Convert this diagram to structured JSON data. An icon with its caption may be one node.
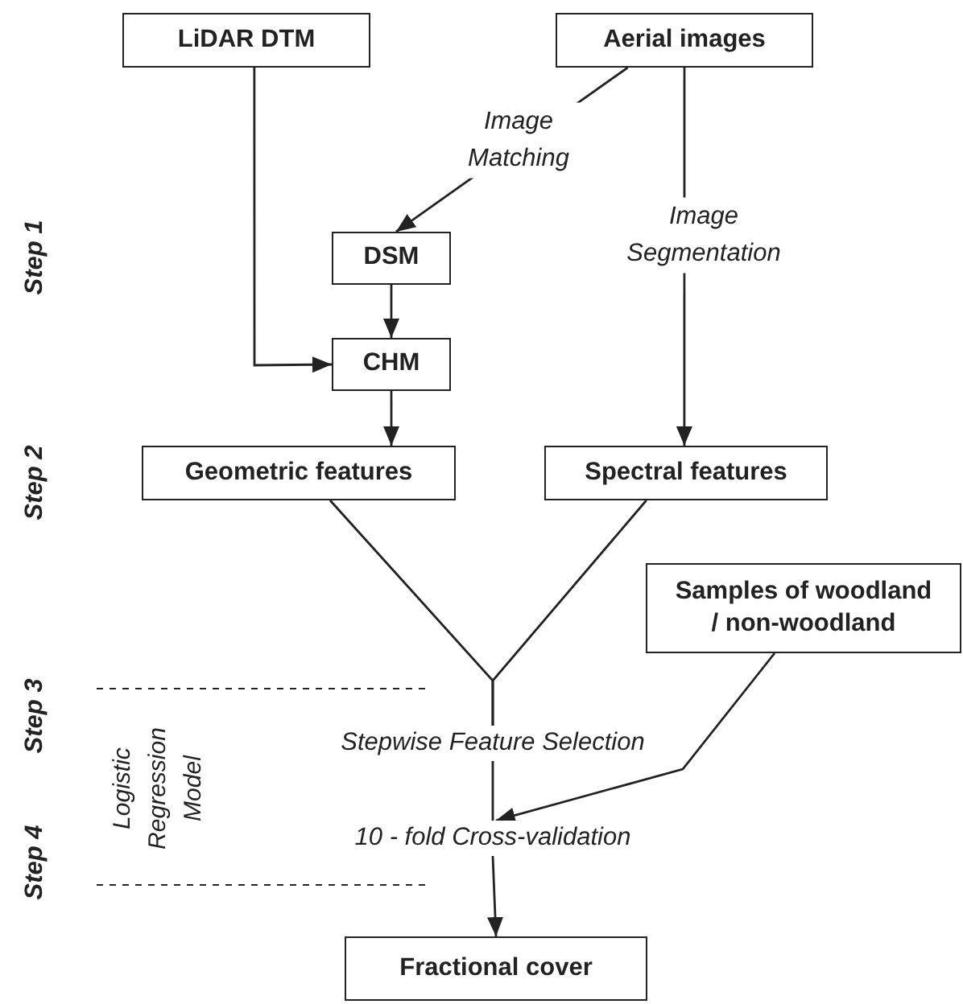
{
  "diagram": {
    "nodes": [
      {
        "text": [
          "LiDAR DTM"
        ]
      },
      {
        "text": [
          "Aerial images"
        ]
      },
      {
        "text": [
          "DSM"
        ]
      },
      {
        "text": [
          "CHM"
        ]
      },
      {
        "text": [
          "Geometric features"
        ]
      },
      {
        "text": [
          "Spectral features"
        ]
      },
      {
        "text": [
          "Samples of woodland / non-woodland"
        ]
      },
      {
        "text": [
          "Stepwise Feature Selection"
        ]
      },
      {
        "text": [
          "10 - fold Cross-validation"
        ]
      },
      {
        "text": [
          "Fractional cover"
        ]
      }
    ],
    "edges": [
      {
        "from": 0,
        "to": 3,
        "arrow": "to"
      },
      {
        "from": 1,
        "to": 2,
        "arrow": "to",
        "label": "Image Matching"
      },
      {
        "from": 1,
        "to": 5,
        "arrow": "to",
        "label": "Image Segmentation"
      },
      {
        "from": 2,
        "to": 3,
        "arrow": "to"
      },
      {
        "from": 3,
        "to": 4,
        "arrow": "to"
      },
      {
        "from": 4,
        "to": 7,
        "arrow": "none"
      },
      {
        "from": 5,
        "to": 7,
        "arrow": "none"
      },
      {
        "from": 6,
        "to": 8,
        "arrow": "to"
      },
      {
        "from": 7,
        "to": 8,
        "arrow": "none"
      },
      {
        "from": 8,
        "to": 9,
        "arrow": "to"
      }
    ],
    "labels": [
      "Step 1",
      "Step 2",
      "Step 3",
      "Logistic Regression Model",
      "Step 4"
    ]
  }
}
